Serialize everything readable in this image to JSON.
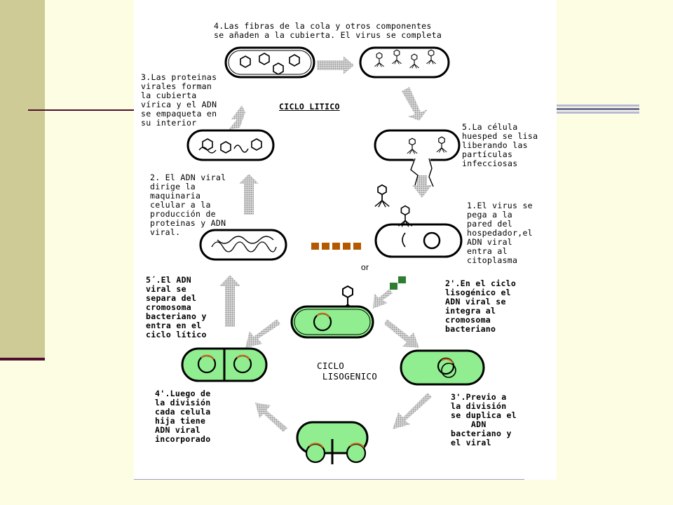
{
  "labels": {
    "step4": "4.Las fibras de la cola y otros componentes\nse añaden a la cubierta. El virus se completa",
    "step3": "3.Las proteinas\nvirales forman\nla cubierta\nvírica y el ADN\nse empaqueta en\nsu interior",
    "ciclo_litico": "CICLO LITICO",
    "step5": "5.La célula\nhuesped se lisa\nliberando las\npartículas\ninfecciosas",
    "step2": "2. El ADN viral\ndirige la\nmaquinaria\ncelular a la\nproducción de\nproteinas y ADN\nviral.",
    "step1": "1.El virus se\npega a la\npared del\nhospedador,el\nADN viral\nentra al\ncitoplasma",
    "or": "or",
    "step5p": "5´.El ADN\nviral se\nsepara del\ncromosoma\nbacteriano y\nentra en el\nciclo lítico",
    "step2p": "2'.En el ciclo\nlisogénico el\nADN viral se\nintegra al\ncromosoma\nbacteriano",
    "ciclo_lisogenico": "CICLO\n LISOGENICO",
    "step4p": "4'.Luego de\nla división\ncada celula\nhija tiene\nADN viral\nincorporado",
    "step3p": "3'.Previo a\nla división\nse duplica el\n    ADN\nbacteriano y\nel viral"
  },
  "colors": {
    "background": "#fdfde3",
    "left_band": "#cfcb96",
    "accent_dark": "#4e0f2e",
    "stripe_light": "#b7b9d4",
    "stripe_dark": "#6d6f97",
    "cell_green": "#90ee90",
    "brown_squares": "#b35a00",
    "green_squares": "#2e7d32",
    "arrow_gray": "#b5b5b5"
  },
  "icons": [
    "bacterium-cell-icon",
    "virus-phage-icon",
    "dna-strand-icon",
    "cycle-arrow-icon"
  ]
}
